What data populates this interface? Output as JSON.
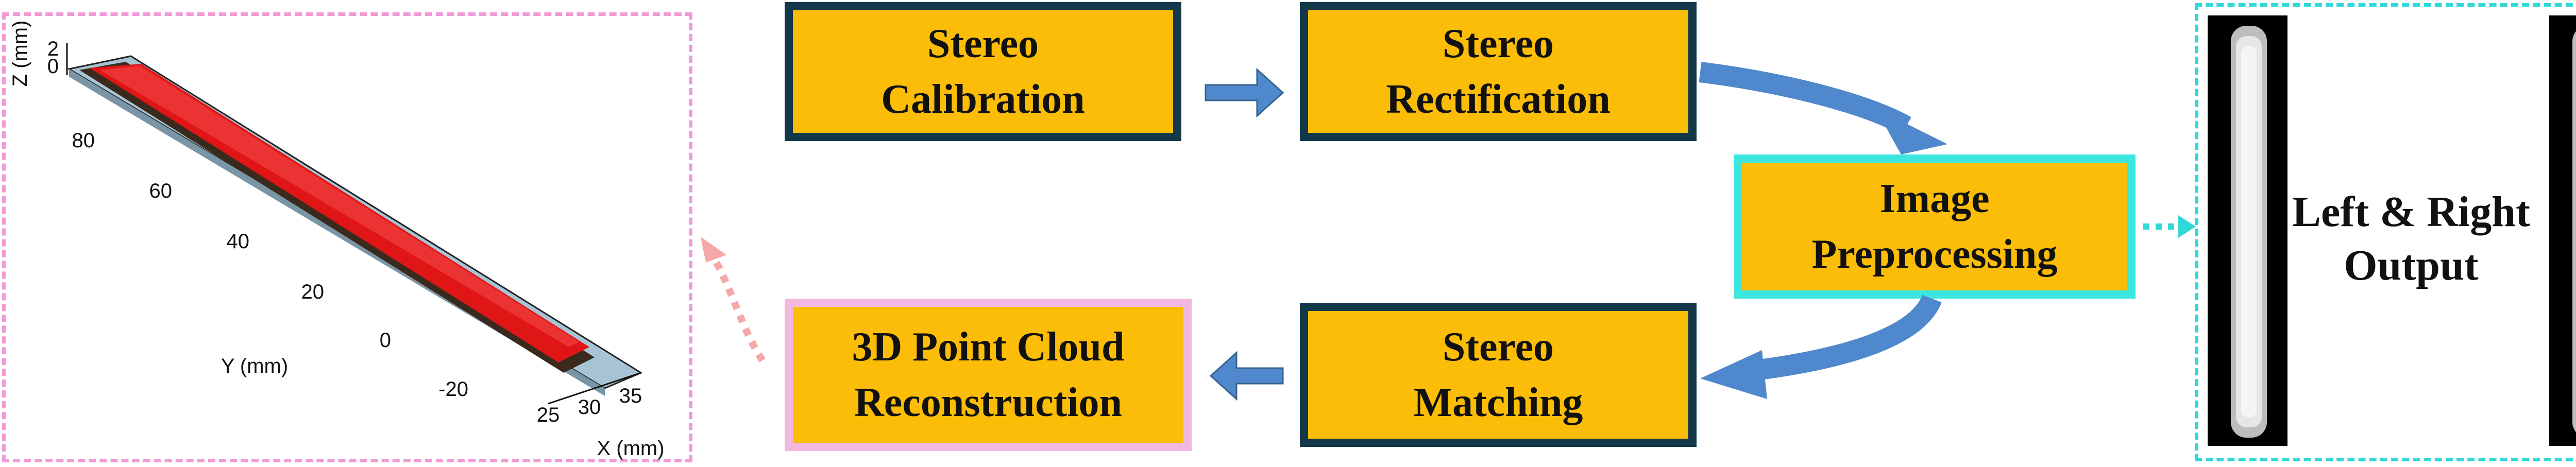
{
  "boxes": {
    "calibration": "Stereo\nCalibration",
    "rectification": "Stereo\nRectification",
    "preprocessing": "Image\nPreprocessing",
    "matching": "Stereo\nMatching",
    "reconstruction": "3D Point Cloud\nReconstruction"
  },
  "output_label": "Left & Right\nOutput",
  "plot": {
    "z_label": "Z (mm)",
    "z_ticks": [
      "2",
      "0"
    ],
    "y_label": "Y (mm)",
    "y_ticks": [
      "80",
      "60",
      "40",
      "20",
      "0",
      "-20"
    ],
    "x_label": "X (mm)",
    "x_ticks": [
      "25",
      "30",
      "35"
    ]
  },
  "colors": {
    "box_fill": "#fbbd08",
    "dark_border": "#12384a",
    "cyan_border": "#3ee6e0",
    "pink_border": "#f2b8e0",
    "arrow_blue": "#4f88cc",
    "plot_red": "#e01515"
  }
}
